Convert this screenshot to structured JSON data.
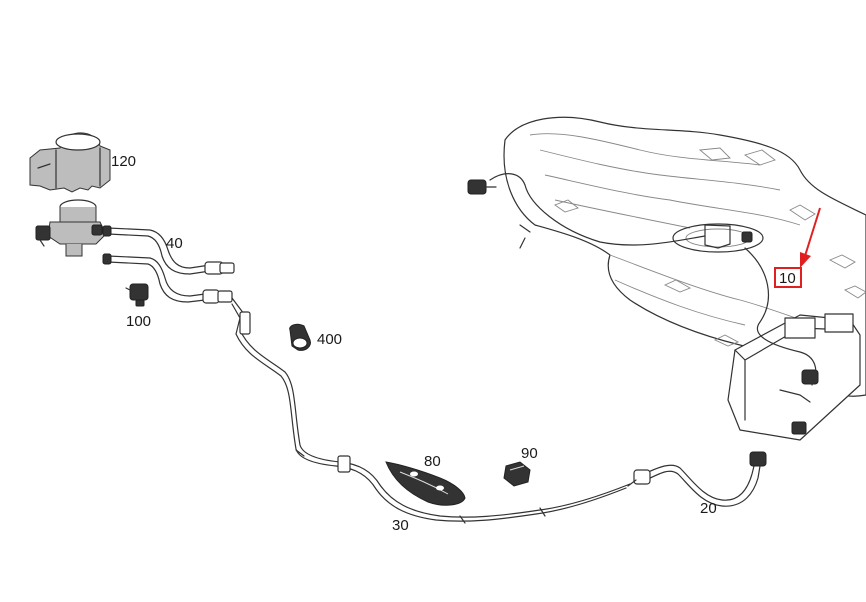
{
  "labels": {
    "p120": "120",
    "p40": "40",
    "p100": "100",
    "p400": "400",
    "p80": "80",
    "p90": "90",
    "p30": "30",
    "p20": "20",
    "p10": "10"
  },
  "colors": {
    "line": "#333333",
    "highlight": "#e02020",
    "background": "#ffffff"
  }
}
